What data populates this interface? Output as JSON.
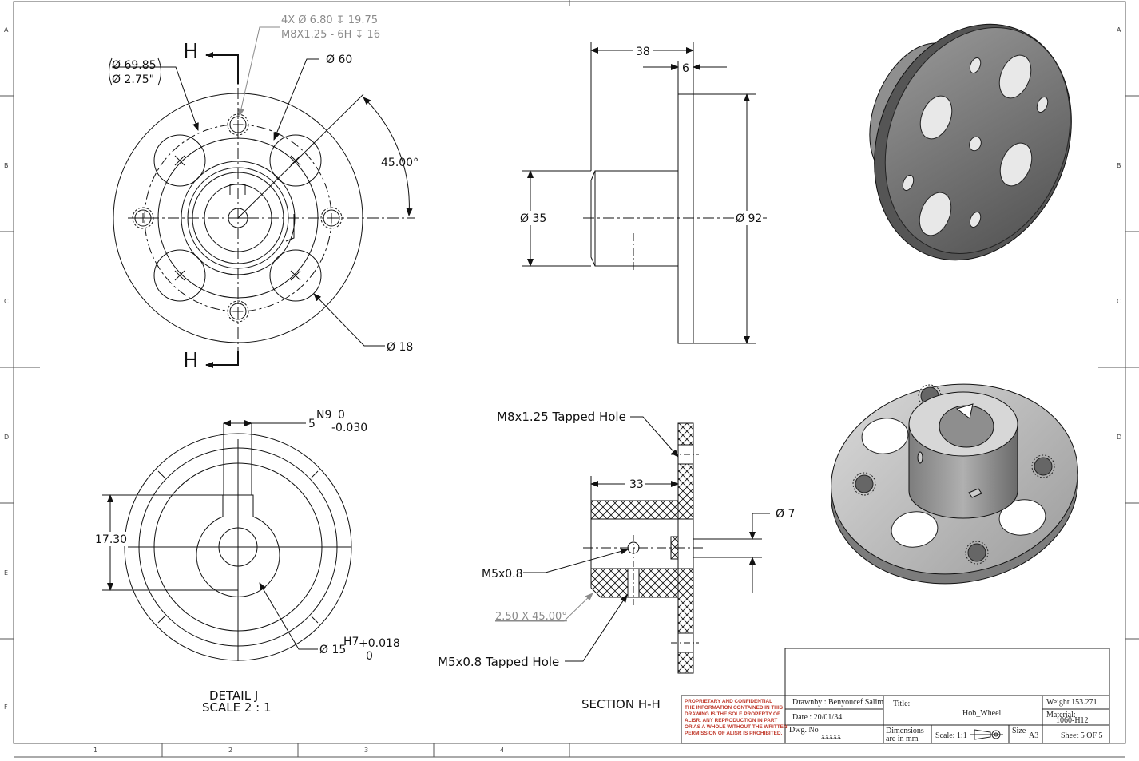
{
  "border": {
    "zones_left": [
      "A",
      "B",
      "C",
      "D",
      "E",
      "F"
    ],
    "zones_bottom": [
      "1",
      "2",
      "3",
      "4"
    ]
  },
  "front_view": {
    "cut_label": "H",
    "hole_callout_line1": "4X Ø 6.80 ↧ 19.75",
    "hole_callout_line2": "M8X1.25 - 6H ↧ 16",
    "dia_6985": "Ø 69.85",
    "dia_275": "Ø 2.75\"",
    "dia_60": "Ø 60",
    "angle_45": "45.00°",
    "dia_18": "Ø 18"
  },
  "side_view": {
    "dim_38": "38",
    "dim_6": "6",
    "dia_35": "Ø 35",
    "dia_92": "Ø 92"
  },
  "detail_j": {
    "key_width": "5",
    "key_fit": "N9",
    "key_upper": "0",
    "key_lower": "-0.030",
    "height": "17.30",
    "bore": "Ø 15",
    "bore_fit": "H7",
    "bore_upper": "+0.018",
    "bore_lower": "0",
    "caption1": "DETAIL J",
    "caption2": "SCALE 2 : 1"
  },
  "section": {
    "tapped_m8": "M8x1.25 Tapped Hole",
    "dim_33": "33",
    "dia_7": "Ø 7",
    "m5": "M5x0.8",
    "chamfer": "2.50 X 45.00°",
    "tapped_m5": "M5x0.8 Tapped Hole",
    "caption": "SECTION H-H"
  },
  "title_block": {
    "proprietary": [
      "PROPRIETARY AND CONFIDENTIAL",
      "THE INFORMATION CONTAINED IN THIS",
      "DRAWING IS THE SOLE PROPERTY OF",
      "ALISR. ANY REPRODUCTION IN PART",
      "OR AS A WHOLE WITHOUT THE WRITTEN",
      "PERMISSION OF ALISR IS PROHIBITED."
    ],
    "drawn_by": "Drawnby : Benyoucef Salim",
    "date": "Date :   20/01/34",
    "dwg_no_label": "Dwg. No",
    "dwg_no": "xxxxx",
    "title_label": "Title:",
    "title": "Hob_Wheel",
    "dimensions_note1": "Dimensions",
    "dimensions_note2": "are in mm",
    "scale": "Scale: 1:1",
    "size_label": "Size",
    "size": "A3",
    "weight": "Weight   153.271",
    "material_label": "Material:",
    "material": "1060-H12",
    "sheet": "Sheet 5 OF 5"
  },
  "colors": {
    "line": "#111111",
    "part_dark": "#6e6e6e",
    "part_light": "#bdbdbd",
    "gray_text": "#8a8a8a",
    "red": "#c0392b"
  }
}
